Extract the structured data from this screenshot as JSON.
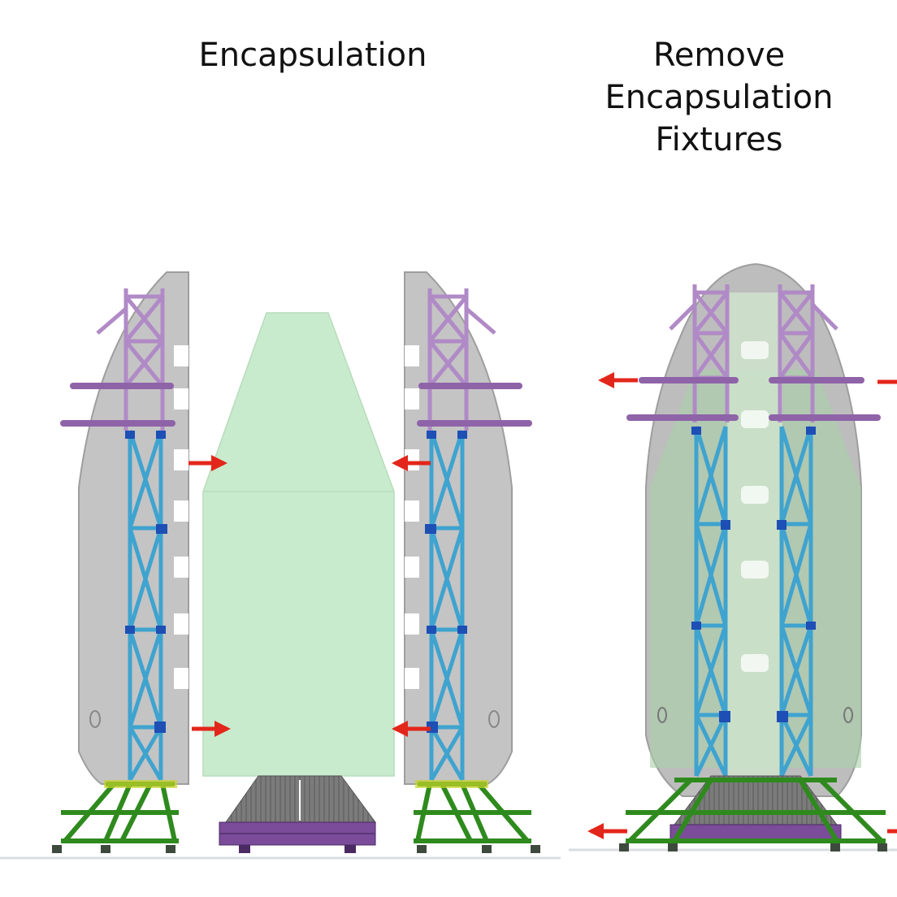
{
  "captions": {
    "left": "Encapsulation",
    "right_lines": [
      "Remove",
      "Encapsulation",
      "Fixtures"
    ]
  },
  "colors": {
    "fairing_gray": "#c4c4c4",
    "fairing_edge": "#9e9e9e",
    "payload_green": "#c9ebcd",
    "tower_blue": "#3fa3cf",
    "tower_truss_purple": "#b08ac6",
    "base_green": "#2f8a1e",
    "cart_purple": "#7a4c9a",
    "arrow_red": "#e3261b"
  },
  "icons": {
    "arrow": "red-arrow-icon"
  }
}
